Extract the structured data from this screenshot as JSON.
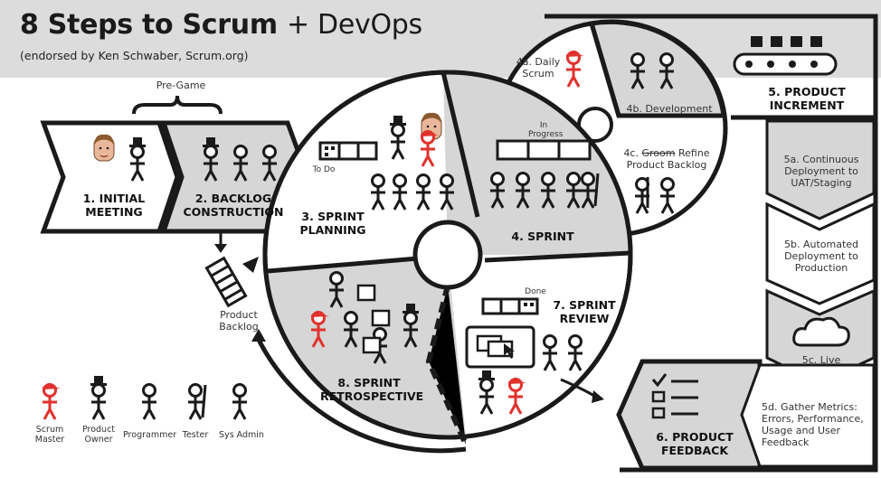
{
  "header": {
    "title_main": "8 Steps to Scrum",
    "title_plus": "+ DevOps",
    "subtitle": "(endorsed by Ken Schwaber, Scrum.org)"
  },
  "pregame_label": "Pre-Game",
  "steps": {
    "s1": "1. INITIAL MEETING",
    "s2": "2. BACKLOG CONSTRUCTION",
    "s3": "3. SPRINT PLANNING",
    "s4": "4. SPRINT",
    "s5": "5. PRODUCT INCREMENT",
    "s6": "6. PRODUCT FEEDBACK",
    "s7": "7. SPRINT REVIEW",
    "s8": "8. SPRINT RETROSPECTIVE"
  },
  "substeps": {
    "s4a": "4a. Daily Scrum",
    "s4b": "4b. Development",
    "s4c_num": "4c.",
    "s4c_strike": "Groom",
    "s4c_rest": "Refine Product Backlog",
    "s5a": "5a. Continuous Deployment to UAT/Staging",
    "s5b": "5b. Automated Deployment to Production",
    "s5c": "5c. Live",
    "s5d": "5d. Gather Metrics: Errors, Performance, Usage and User Feedback"
  },
  "board_labels": {
    "todo": "To Do",
    "in_progress": "In Progress",
    "done": "Done"
  },
  "product_backlog_label": "Product Backlog",
  "legend": [
    {
      "label": "Scrum Master",
      "color": "#e0322d"
    },
    {
      "label": "Product Owner",
      "color": "#1a1a1a"
    },
    {
      "label": "Programmer",
      "color": "#1a1a1a"
    },
    {
      "label": "Tester",
      "color": "#1a1a1a"
    },
    {
      "label": "Sys Admin",
      "color": "#1a1a1a"
    }
  ],
  "colors": {
    "dark": "#1a1a1a",
    "gray": "#d6d6d6",
    "red": "#e0322d"
  }
}
